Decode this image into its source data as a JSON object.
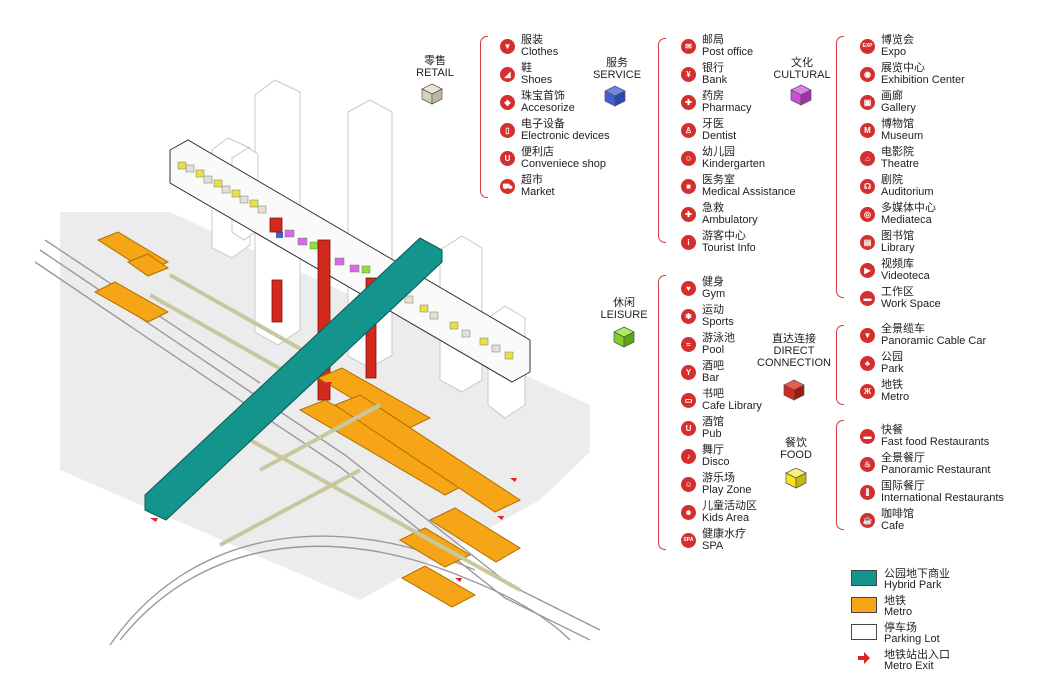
{
  "categories": {
    "retail": {
      "zh": "零售",
      "en": "RETAIL",
      "color": "#d8cfc1"
    },
    "service": {
      "zh": "服务",
      "en": "SERVICE",
      "color": "#3f5fd6"
    },
    "cultural": {
      "zh": "文化",
      "en": "CULTURAL",
      "color": "#c94fd6"
    },
    "leisure": {
      "zh": "休闲",
      "en": "LEISURE",
      "color": "#7ed321"
    },
    "direct": {
      "zh": "直达连接",
      "en1": "DIRECT",
      "en2": "CONNECTION",
      "color": "#d42a1e"
    },
    "food": {
      "zh": "餐饮",
      "en": "FOOD",
      "color": "#f5e61a"
    }
  },
  "lists": {
    "retail": [
      {
        "zh": "服装",
        "en": "Clothes",
        "icon": "shirt-icon",
        "glyph": "▼"
      },
      {
        "zh": "鞋",
        "en": "Shoes",
        "icon": "shoe-icon",
        "glyph": "◢"
      },
      {
        "zh": "珠宝首饰",
        "en": "Accesorize",
        "icon": "jewelry-icon",
        "glyph": "◆"
      },
      {
        "zh": "电子设备",
        "en": "Electronic devices",
        "icon": "phone-icon",
        "glyph": "▯"
      },
      {
        "zh": "便利店",
        "en": "Conveniece shop",
        "icon": "magnet-icon",
        "glyph": "U"
      },
      {
        "zh": "超市",
        "en": "Market",
        "icon": "cart-icon",
        "glyph": "⛟"
      }
    ],
    "service": [
      {
        "zh": "邮局",
        "en": "Post office",
        "icon": "mail-icon",
        "glyph": "✉"
      },
      {
        "zh": "银行",
        "en": "Bank",
        "icon": "bank-icon",
        "glyph": "¥"
      },
      {
        "zh": "药房",
        "en": "Pharmacy",
        "icon": "pill-icon",
        "glyph": "✚"
      },
      {
        "zh": "牙医",
        "en": "Dentist",
        "icon": "tooth-icon",
        "glyph": "♙"
      },
      {
        "zh": "幼儿园",
        "en": "Kindergarten",
        "icon": "child-icon",
        "glyph": "☺"
      },
      {
        "zh": "医务室",
        "en": "Medical Assistance",
        "icon": "clinic-icon",
        "glyph": "■"
      },
      {
        "zh": "急救",
        "en": "Ambulatory",
        "icon": "first-aid-icon",
        "glyph": "✚"
      },
      {
        "zh": "游客中心",
        "en": "Tourist Info",
        "icon": "info-icon",
        "glyph": "i"
      }
    ],
    "cultural": [
      {
        "zh": "博览会",
        "en": "Expo",
        "icon": "expo-icon",
        "glyph": "EXP"
      },
      {
        "zh": "展览中心",
        "en": "Exhibition Center",
        "icon": "exhibition-icon",
        "glyph": "◉"
      },
      {
        "zh": "画廊",
        "en": "Gallery",
        "icon": "gallery-icon",
        "glyph": "▣"
      },
      {
        "zh": "博物馆",
        "en": "Museum",
        "icon": "museum-icon",
        "glyph": "M"
      },
      {
        "zh": "电影院",
        "en": "Theatre",
        "icon": "theatre-icon",
        "glyph": "⌂"
      },
      {
        "zh": "剧院",
        "en": "Auditorium",
        "icon": "auditorium-icon",
        "glyph": "☊"
      },
      {
        "zh": "多媒体中心",
        "en": "Mediateca",
        "icon": "media-icon",
        "glyph": "◎"
      },
      {
        "zh": "图书馆",
        "en": "Library",
        "icon": "library-icon",
        "glyph": "▤"
      },
      {
        "zh": "视频库",
        "en": "Videoteca",
        "icon": "video-icon",
        "glyph": "▶"
      },
      {
        "zh": "工作区",
        "en": "Work Space",
        "icon": "workspace-icon",
        "glyph": "▬"
      }
    ],
    "leisure": [
      {
        "zh": "健身",
        "en": "Gym",
        "icon": "gym-icon",
        "glyph": "♥"
      },
      {
        "zh": "运动",
        "en": "Sports",
        "icon": "sports-icon",
        "glyph": "✱"
      },
      {
        "zh": "游泳池",
        "en": "Pool",
        "icon": "pool-icon",
        "glyph": "≈"
      },
      {
        "zh": "酒吧",
        "en": "Bar",
        "icon": "bar-icon",
        "glyph": "Y"
      },
      {
        "zh": "书吧",
        "en": "Cafe Library",
        "icon": "book-icon",
        "glyph": "▭"
      },
      {
        "zh": "酒馆",
        "en": "Pub",
        "icon": "pub-icon",
        "glyph": "U"
      },
      {
        "zh": "舞厅",
        "en": "Disco",
        "icon": "disco-icon",
        "glyph": "♪"
      },
      {
        "zh": "游乐场",
        "en": "Play Zone",
        "icon": "play-icon",
        "glyph": "☺"
      },
      {
        "zh": "儿童活动区",
        "en": "Kids Area",
        "icon": "kids-icon",
        "glyph": "☻"
      },
      {
        "zh": "健康水疗",
        "en": "SPA",
        "icon": "spa-icon",
        "glyph": "SPA"
      }
    ],
    "direct": [
      {
        "zh": "全景缆车",
        "en": "Panoramic Cable Car",
        "icon": "cable-car-icon",
        "glyph": "▼"
      },
      {
        "zh": "公园",
        "en": "Park",
        "icon": "park-icon",
        "glyph": "♣"
      },
      {
        "zh": "地铁",
        "en": "Metro",
        "icon": "metro-icon",
        "glyph": "Ж"
      }
    ],
    "food": [
      {
        "zh": "快餐",
        "en": "Fast food Restaurants",
        "icon": "fastfood-icon",
        "glyph": "▬"
      },
      {
        "zh": "全景餐厅",
        "en": "Panoramic Restaurant",
        "icon": "panoramic-restaurant-icon",
        "glyph": "♨"
      },
      {
        "zh": "国际餐厅",
        "en": "International Restaurants",
        "icon": "cutlery-icon",
        "glyph": "⫼"
      },
      {
        "zh": "咖啡馆",
        "en": "Cafe",
        "icon": "coffee-icon",
        "glyph": "☕"
      }
    ]
  },
  "legend": [
    {
      "zh": "公园地下商业",
      "en": "Hybrid Park",
      "color": "#13948c",
      "type": "swatch"
    },
    {
      "zh": "地铁",
      "en": "Metro",
      "color": "#f5a516",
      "type": "swatch"
    },
    {
      "zh": "停车场",
      "en": "Parking Lot",
      "color": "#ffffff",
      "type": "swatch"
    },
    {
      "zh": "地铁站出入口",
      "en": "Metro Exit",
      "color": "#e02424",
      "type": "arrow"
    }
  ]
}
